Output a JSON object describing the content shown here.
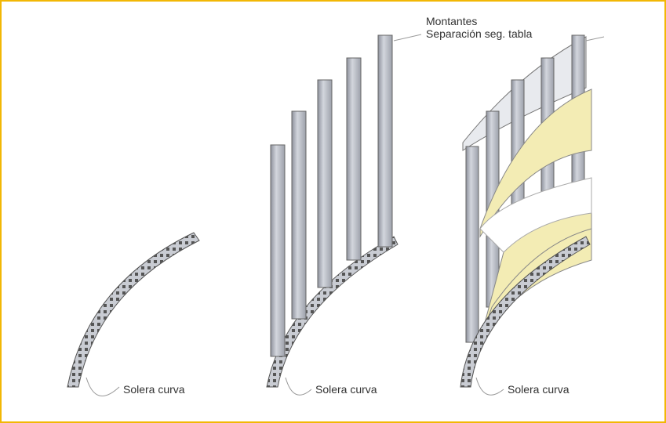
{
  "labels": {
    "studs_title": "Montantes",
    "studs_spacing": "Separación seg. tabla",
    "track_1": "Solera curva",
    "track_2": "Solera curva",
    "track_3": "Solera curva"
  },
  "colors": {
    "border": "#f2b705",
    "board": "#f3ecb4",
    "metal": "#b8bcc6"
  }
}
